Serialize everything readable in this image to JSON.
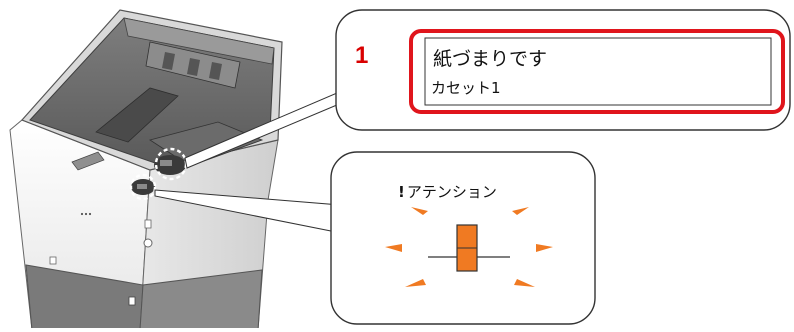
{
  "callout": {
    "number": "1",
    "message_line1": "紙づまりです",
    "message_line2": "カセット1"
  },
  "indicator": {
    "label_mark": "!",
    "label_text": "アテンション",
    "state": "blinking"
  },
  "colors": {
    "highlight": "#e0151c",
    "indicator_orange": "#f07a22",
    "panel_border": "#333333"
  }
}
